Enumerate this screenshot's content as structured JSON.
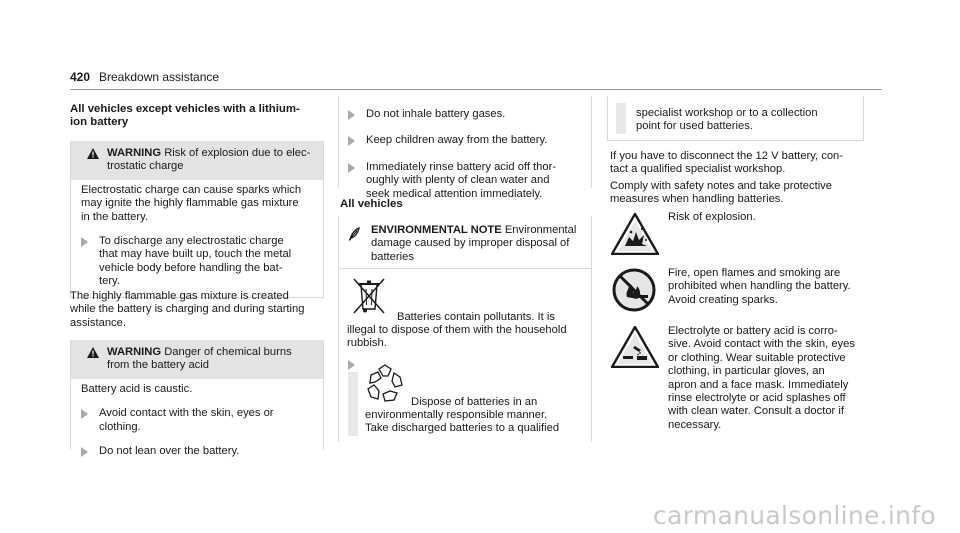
{
  "header": {
    "page_number": "420",
    "section": "Breakdown assistance"
  },
  "col1": {
    "heading": "All vehicles except vehicles with a lithium-ion battery",
    "heading_lines": [
      "All vehicles except vehicles with a lithium-",
      "ion battery"
    ],
    "warning1": {
      "label": "WARNING",
      "title_rest_line1": "Risk of explosion due to elec-",
      "title_line2": "trostatic charge",
      "body": [
        "Electrostatic charge can cause sparks which",
        "may ignite the highly flammable gas mixture",
        "in the battery."
      ],
      "bullet": [
        "To discharge any electrostatic charge",
        "that may have built up, touch the metal",
        "vehicle body before handling the bat-",
        "tery."
      ]
    },
    "para": [
      "The highly flammable gas mixture is created",
      "while the battery is charging and during starting",
      "assistance."
    ],
    "warning2": {
      "label": "WARNING",
      "title_rest_line1": "Danger of chemical burns",
      "title_line2": "from the battery acid",
      "body": "Battery acid is caustic.",
      "bullet1": [
        "Avoid contact with the skin, eyes or",
        "clothing."
      ],
      "bullet2": "Do not lean over the battery."
    }
  },
  "col2": {
    "bullet1": "Do not inhale battery gases.",
    "bullet2": "Keep children away from the battery.",
    "bullet3": [
      "Immediately rinse battery acid off thor-",
      "oughly with plenty of clean water and",
      "seek medical attention immediately."
    ],
    "heading": "All vehicles",
    "env": {
      "label": "ENVIRONMENTAL NOTE",
      "title_rest": "Environmental",
      "title_lines": [
        "damage caused by improper disposal of",
        "batteries"
      ],
      "body_line1": "Batteries contain pollutants. It is",
      "body_lines": [
        "illegal to dispose of them with the household",
        "rubbish."
      ],
      "dispose_line1": "Dispose of batteries in an",
      "dispose_lines": [
        "environmentally responsible manner.",
        "Take discharged batteries to a qualified"
      ]
    }
  },
  "col3": {
    "box_lines": [
      "specialist workshop or to a collection",
      "point for used batteries."
    ],
    "para1": [
      "If you have to disconnect the 12 V battery, con-",
      "tact a qualified specialist workshop."
    ],
    "para2": [
      "Comply with safety notes and take protective",
      "measures when handling batteries."
    ],
    "sym1": [
      "Risk of explosion."
    ],
    "sym2": [
      "Fire, open flames and smoking are",
      "prohibited when handling the battery.",
      "Avoid creating sparks."
    ],
    "sym3": [
      "Electrolyte or battery acid is corro-",
      "sive. Avoid contact with the skin, eyes",
      "or clothing. Wear suitable protective",
      "clothing, in particular gloves, an",
      "apron and a face mask. Immediately",
      "rinse electrolyte or acid splashes off",
      "with clean water. Consult a doctor if",
      "necessary."
    ]
  },
  "watermark": "carmanualsonline.info",
  "colors": {
    "warning_bg": "#e3e3e3",
    "bullet": "#a9a9a9",
    "rule": "#9a9a9a",
    "watermark": "#c9c9c9"
  }
}
